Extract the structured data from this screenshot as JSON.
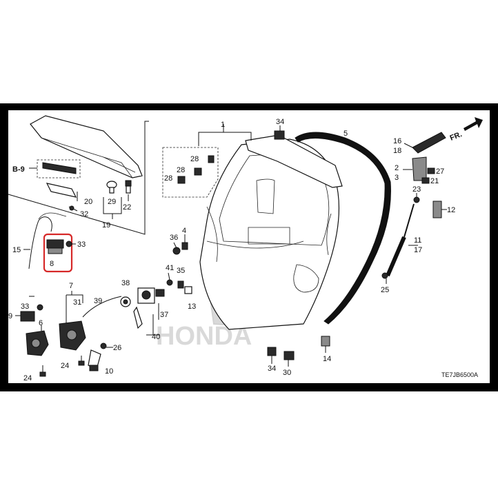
{
  "diagram": {
    "code": "TE7JB6500A",
    "ref_label": "B-9",
    "front_label": "FR.",
    "watermark": "HONDA",
    "callouts": {
      "c1": "1",
      "c2": "2",
      "c3": "3",
      "c4": "4",
      "c5": "5",
      "c6": "6",
      "c7": "7",
      "c8": "8",
      "c9": "9",
      "c10": "10",
      "c11": "11",
      "c12": "12",
      "c13": "13",
      "c14": "14",
      "c15": "15",
      "c16": "16",
      "c17": "17",
      "c18": "18",
      "c19": "19",
      "c20": "20",
      "c21": "21",
      "c22": "22",
      "c23": "23",
      "c24a": "24",
      "c24b": "24",
      "c25": "25",
      "c26": "26",
      "c27": "27",
      "c28a": "28",
      "c28b": "28",
      "c28c": "28",
      "c29": "29",
      "c30": "30",
      "c31": "31",
      "c32": "32",
      "c33a": "33",
      "c33b": "33",
      "c34a": "34",
      "c34b": "34",
      "c35": "35",
      "c36": "36",
      "c37": "37",
      "c38": "38",
      "c39": "39",
      "c40": "40",
      "c41": "41"
    },
    "highlight": {
      "part": "8",
      "color": "#d62828"
    },
    "colors": {
      "frame": "#000000",
      "line": "#111111"
    }
  }
}
